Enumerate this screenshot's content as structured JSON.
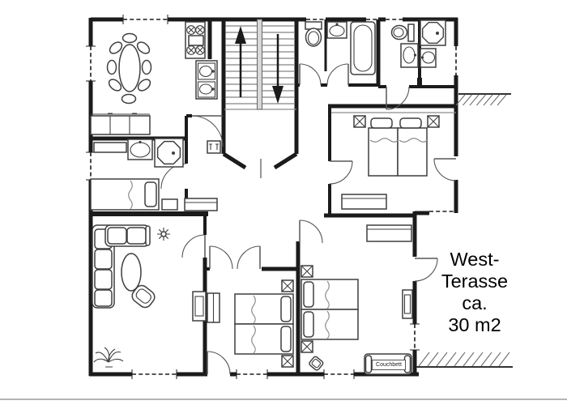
{
  "colors": {
    "bg": "#ffffff",
    "wall": "#1b1b1b",
    "furn": "#3f3f3f",
    "light": "#8c8c8c",
    "stairFill": "#d8d8d8",
    "hatch": "#6e6e6e",
    "pageLine": "#b4b4b4",
    "text": "#000000"
  },
  "labels": {
    "terrace": {
      "lines": [
        "West-",
        "Terasse",
        "ca.",
        "30 m2"
      ]
    },
    "couch_bed": "Couchbett"
  },
  "symbols": {
    "furniture": [
      "dining-table",
      "dining-chair",
      "stove",
      "kitchen-sink",
      "sideboard",
      "radiator",
      "washbasin",
      "shower",
      "toilet",
      "bathtub",
      "bed",
      "pillow",
      "nightstand-x",
      "dresser",
      "corner-sofa",
      "coffee-table",
      "armchair",
      "fireplace",
      "shelf",
      "couch-bed",
      "side-chair"
    ],
    "plants": [
      "potted-plant",
      "palm-plant"
    ],
    "stairs": [
      "up-arrow",
      "down-arrow"
    ],
    "architecture": [
      "exterior-wall",
      "interior-wall",
      "window-dashed",
      "door-swing-arc",
      "terrace-hatching"
    ]
  }
}
